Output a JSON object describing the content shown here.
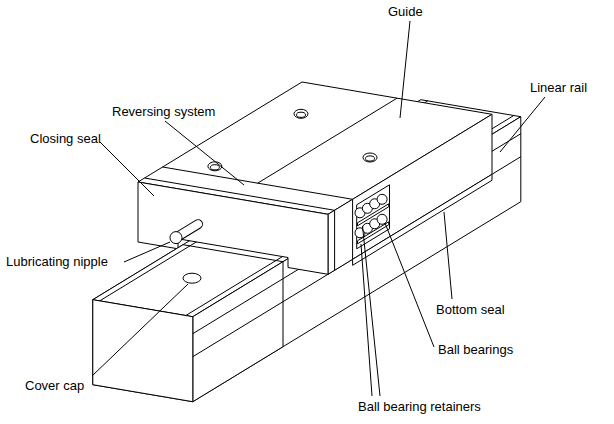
{
  "diagram": {
    "labels": [
      "Guide",
      "Linear rail",
      "Reversing system",
      "Closing seal",
      "Lubricating nipple",
      "Bottom seal",
      "Ball bearings",
      "Cover cap",
      "Ball bearing retainers"
    ]
  }
}
